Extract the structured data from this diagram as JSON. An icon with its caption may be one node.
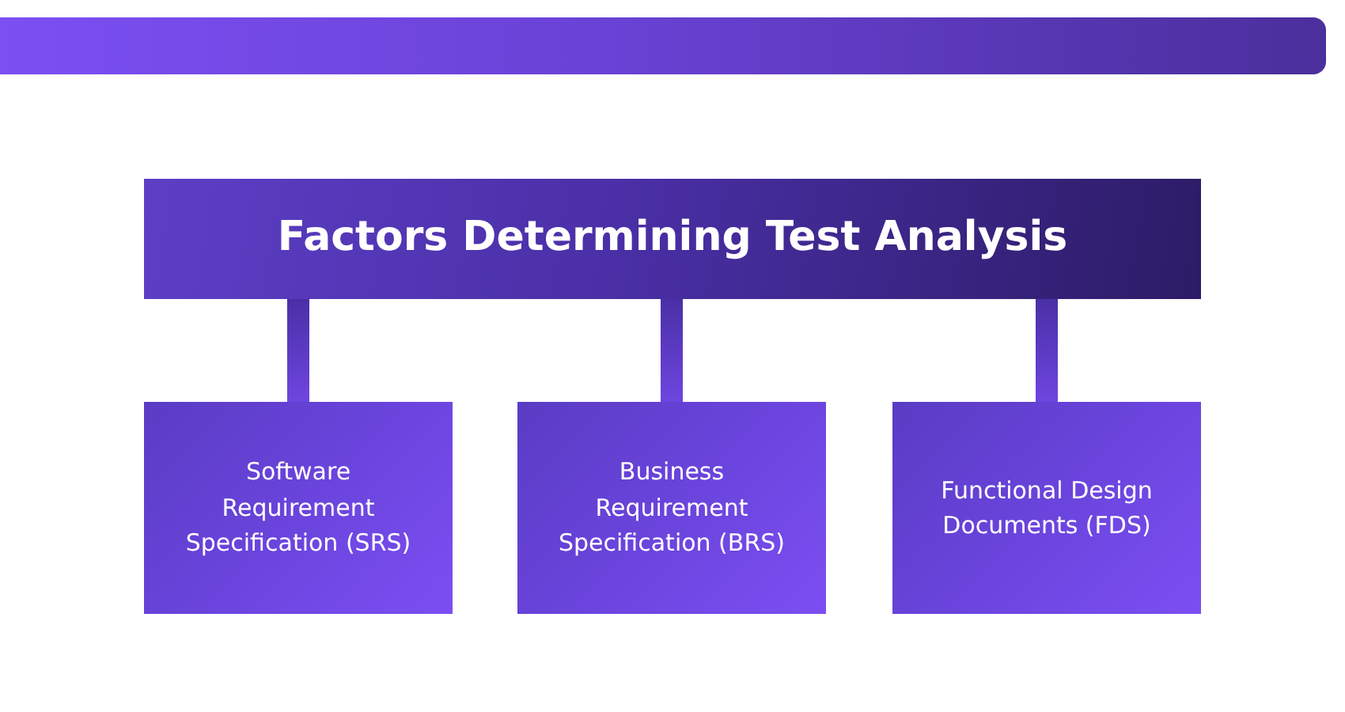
{
  "diagram": {
    "nodes": [
      {
        "text": [
          "Factors Determining Test Analysis"
        ]
      },
      {
        "text": [
          "Software Requirement Specification (SRS)"
        ]
      },
      {
        "text": [
          "Business Requirement Specification (BRS)"
        ]
      },
      {
        "text": [
          "Functional Design Documents (FDS)"
        ]
      }
    ],
    "edges": [
      {
        "from": 0,
        "to": 1,
        "arrow": "none"
      },
      {
        "from": 0,
        "to": 2,
        "arrow": "none"
      },
      {
        "from": 0,
        "to": 3,
        "arrow": "none"
      }
    ]
  }
}
